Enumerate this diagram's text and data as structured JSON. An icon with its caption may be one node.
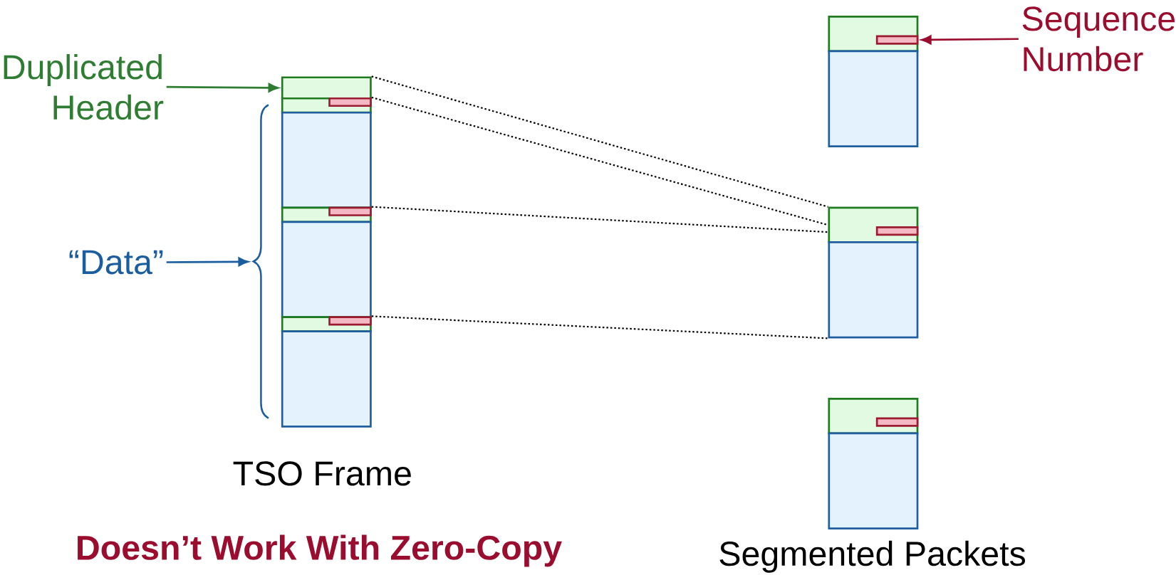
{
  "diagram": {
    "nodes": [
      {
        "text": [
          "Duplicated Header"
        ]
      },
      {
        "text": [],
        "shape": "box"
      },
      {
        "text": [],
        "shape": "box"
      },
      {
        "text": [],
        "shape": "box",
        "in": 2
      },
      {
        "text": [],
        "shape": "box"
      },
      {
        "text": [],
        "shape": "box"
      },
      {
        "text": [],
        "shape": "box",
        "in": 5
      },
      {
        "text": [],
        "shape": "box"
      },
      {
        "text": [],
        "shape": "box"
      },
      {
        "text": [],
        "shape": "box",
        "in": 8
      },
      {
        "text": [],
        "shape": "box"
      },
      {
        "text": [
          "“Data”"
        ]
      },
      {
        "text": [],
        "shape": "brace"
      },
      {
        "text": [
          "Sequence Number"
        ]
      },
      {
        "text": [],
        "shape": "box"
      },
      {
        "text": [],
        "shape": "box",
        "in": 14
      },
      {
        "text": [],
        "shape": "box"
      },
      {
        "text": [],
        "shape": "box"
      },
      {
        "text": [],
        "shape": "box",
        "in": 17
      },
      {
        "text": [],
        "shape": "box"
      },
      {
        "text": [],
        "shape": "box"
      },
      {
        "text": [],
        "shape": "box",
        "in": 20
      },
      {
        "text": [],
        "shape": "box"
      }
    ],
    "edges": [
      {
        "from": 0,
        "to": 1,
        "arrow": "to",
        "color": "#2e7d32"
      },
      {
        "from": 11,
        "to": 12,
        "arrow": "to",
        "color": "#1b5e9f"
      },
      {
        "from": 13,
        "to": 15,
        "arrow": "to",
        "color": "#9b0d2e"
      },
      {
        "from": 1,
        "to": 17,
        "arrow": "none",
        "style": "dashed"
      },
      {
        "from": 2,
        "to": 17,
        "arrow": "none",
        "style": "dashed"
      },
      {
        "from": 5,
        "to": 17,
        "arrow": "none",
        "style": "dashed"
      },
      {
        "from": 8,
        "to": 19,
        "arrow": "none",
        "style": "dashed"
      }
    ],
    "labels": [
      "TSO Frame",
      "Segmented Packets",
      "Doesn’t Work With Zero-Copy"
    ]
  }
}
